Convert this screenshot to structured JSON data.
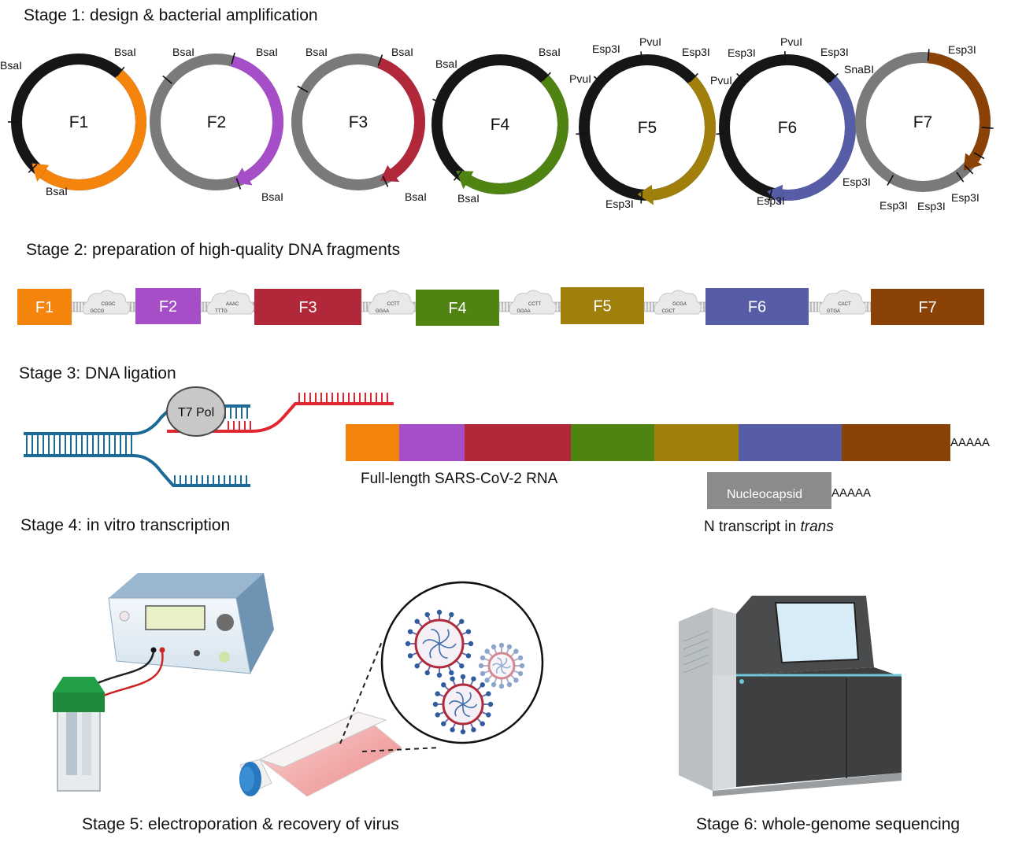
{
  "stages": {
    "s1": "Stage 1: design & bacterial amplification",
    "s2": "Stage 2: preparation of high-quality DNA fragments",
    "s3": "Stage 3: DNA ligation",
    "s4": "Stage 4: in vitro transcription",
    "s5": "Stage 5: electroporation & recovery of virus",
    "s6": "Stage 6: whole-genome sequencing"
  },
  "colors": {
    "F1": "#f4840c",
    "F2": "#a64ec8",
    "F3": "#b0283a",
    "F4": "#4f8412",
    "F5": "#a07f0b",
    "F6": "#575ca6",
    "F7": "#8a4207",
    "black": "#161616",
    "gray": "#7a7a7a"
  },
  "plasmids": [
    {
      "name": "F1",
      "sites": [
        "BsaI",
        "BsaI",
        "BsaI"
      ]
    },
    {
      "name": "F2",
      "sites": [
        "BsaI",
        "BsaI",
        "BsaI"
      ]
    },
    {
      "name": "F3",
      "sites": [
        "BsaI",
        "BsaI",
        "BsaI"
      ]
    },
    {
      "name": "F4",
      "sites": [
        "BsaI",
        "BsaI",
        "BsaI"
      ]
    },
    {
      "name": "F5",
      "sites": [
        "Esp3I",
        "PvuI",
        "Esp3I",
        "PvuI",
        "Esp3I"
      ]
    },
    {
      "name": "F6",
      "sites": [
        "Esp3I",
        "PvuI",
        "Esp3I",
        "PvuI",
        "Esp3I"
      ]
    },
    {
      "name": "F7",
      "sites": [
        "Esp3I",
        "SnaBI",
        "Esp3I",
        "Esp3I",
        "Esp3I",
        "Esp3I"
      ]
    }
  ],
  "fragments": [
    "F1",
    "F2",
    "F3",
    "F4",
    "F5",
    "F6",
    "F7"
  ],
  "overhangs": [
    {
      "top": "CGGC",
      "bottom": "GCCG"
    },
    {
      "top": "AAAC",
      "bottom": "TTTG"
    },
    {
      "top": "CCTT",
      "bottom": "GGAA"
    },
    {
      "top": "CCTT",
      "bottom": "GGAA"
    },
    {
      "top": "GCGA",
      "bottom": "CGCT"
    },
    {
      "top": "CACT",
      "bottom": "GTGA"
    }
  ],
  "ivt": {
    "polymerase": "T7 Pol",
    "full_length_label": "Full-length SARS-CoV-2 RNA",
    "polyA": "AAAAA",
    "nucleocapsid": "Nucleocapsid",
    "n_polyA": "AAAAA",
    "n_transcript_prefix": "N transcript in ",
    "n_transcript_italic": "trans"
  }
}
